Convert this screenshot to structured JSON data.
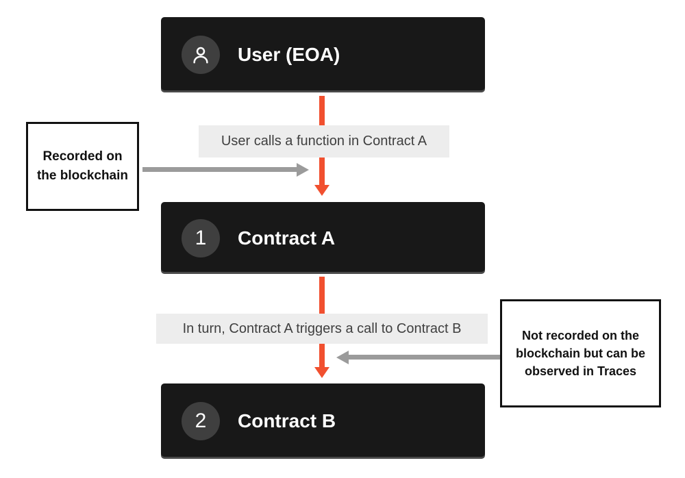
{
  "nodes": {
    "user": {
      "label": "User (EOA)"
    },
    "contract_a": {
      "label": "Contract A",
      "badge": "1"
    },
    "contract_b": {
      "label": "Contract B",
      "badge": "2"
    }
  },
  "flow_labels": {
    "user_to_a": "User calls a function in Contract A",
    "a_to_b": "In turn, Contract A triggers a call to Contract B"
  },
  "callouts": {
    "left": "Recorded on the blockchain",
    "right": "Not recorded on the blockchain but can be observed in Traces"
  },
  "icons": {
    "user_avatar": "user-icon"
  },
  "colors": {
    "node_bg": "#181818",
    "badge_bg": "#3f3f3f",
    "arrow_orange": "#f1502f",
    "arrow_gray": "#9b9b9b",
    "label_bg": "#ededed",
    "label_text": "#3f3f3f",
    "callout_border": "#111111"
  }
}
